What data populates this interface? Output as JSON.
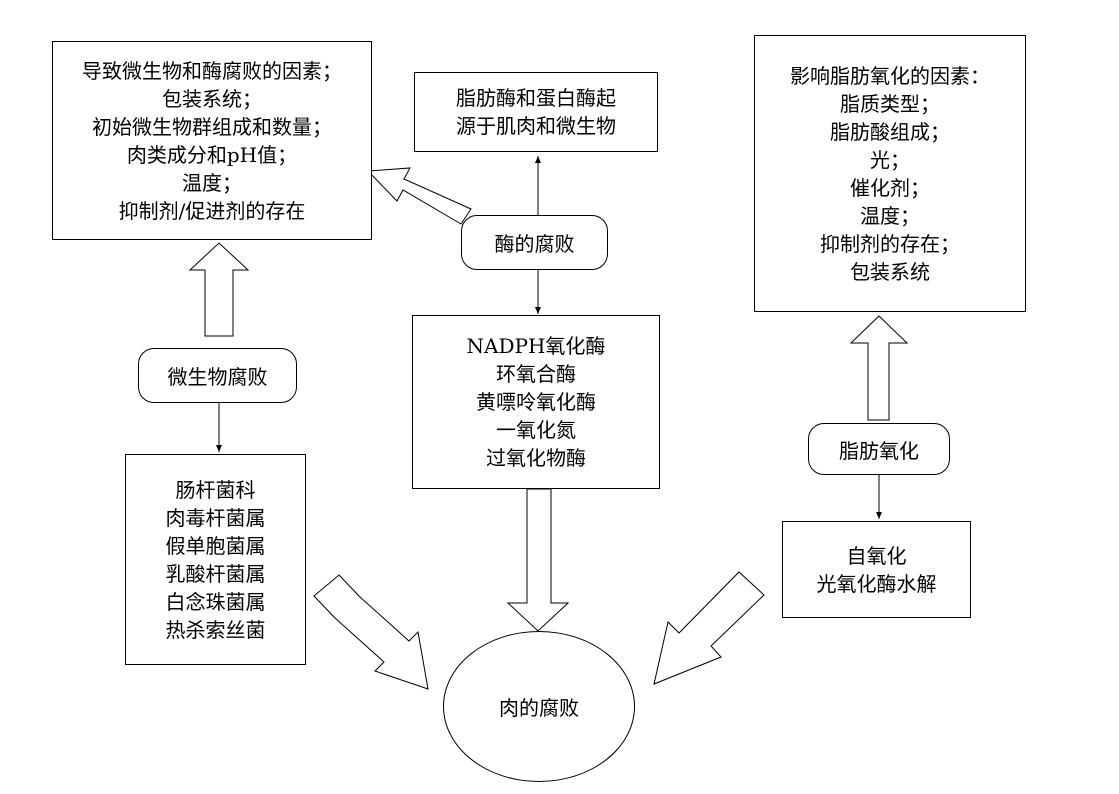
{
  "microbe_factors": {
    "lines": [
      "导致微生物和酶腐败的因素；",
      "包装系统；",
      "初始微生物群组成和数量；",
      "肉类成分和pH值；",
      "温度；",
      "抑制剂/促进剂的存在"
    ]
  },
  "enzyme_origin": {
    "lines": [
      "脂肪酶和蛋白酶起",
      "源于肌肉和微生物"
    ]
  },
  "lipid_factors": {
    "lines": [
      "影响脂肪氧化的因素：",
      "脂质类型；",
      "脂肪酸组成；",
      "光；",
      "催化剂；",
      "温度；",
      "抑制剂的存在；",
      "包装系统"
    ]
  },
  "enzyme_spoilage": {
    "label": "酶的腐败"
  },
  "microbial_spoilage": {
    "label": "微生物腐败"
  },
  "lipid_oxidation": {
    "label": "脂肪氧化"
  },
  "enzyme_list": {
    "lines": [
      "NADPH氧化酶",
      "环氧合酶",
      "黄嘌呤氧化酶",
      "一氧化氮",
      "过氧化物酶"
    ]
  },
  "bacteria_list": {
    "lines": [
      "肠杆菌科",
      "肉毒杆菌属",
      "假单胞菌属",
      "乳酸杆菌属",
      "白念珠菌属",
      "热杀索丝菌"
    ]
  },
  "oxidation_types": {
    "lines": [
      "自氧化",
      "光氧化酶水解"
    ]
  },
  "meat_spoilage": {
    "label": "肉的腐败"
  }
}
